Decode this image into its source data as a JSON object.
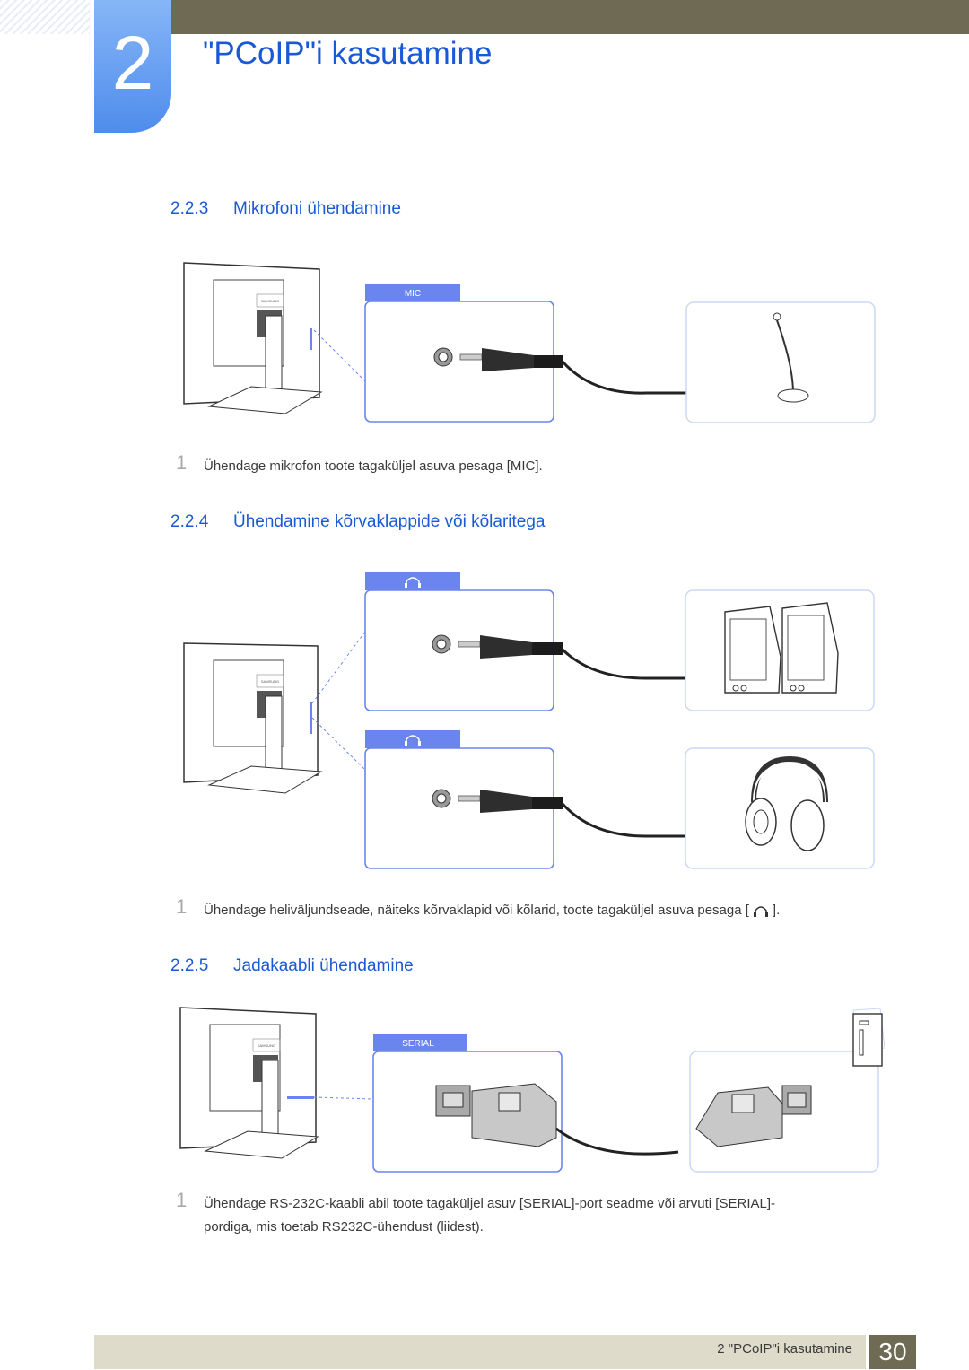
{
  "chapter": {
    "number": "2",
    "title": "\"PCoIP\"i kasutamine"
  },
  "sections": [
    {
      "number": "2.2.3",
      "title": "Mikrofoni ühendamine",
      "port_label": "MIC",
      "step_number": "1",
      "step_text": "Ühendage mikrofon toote tagaküljel asuva pesaga [MIC]."
    },
    {
      "number": "2.2.4",
      "title": "Ühendamine kõrvaklappide või kõlaritega",
      "port_icon": "headphone-icon",
      "step_number": "1",
      "step_text_before": "Ühendage heliväljundseade, näiteks kõrvaklapid või kõlarid, toote tagaküljel asuva pesaga [",
      "step_text_after": "]."
    },
    {
      "number": "2.2.5",
      "title": "Jadakaabli ühendamine",
      "port_label": "SERIAL",
      "step_number": "1",
      "step_line1": "Ühendage RS-232C-kaabli abil toote tagaküljel asuv [SERIAL]-port seadme või arvuti [SERIAL]-",
      "step_line2": "pordiga, mis toetab RS232C-ühendust (liidest)."
    }
  ],
  "monitor_brand": "SAMSUNG",
  "footer": {
    "text": "2 \"PCoIP\"i kasutamine",
    "page": "30"
  },
  "colors": {
    "accent": "#1a59d6",
    "tab": "#6a86ee",
    "bar": "#6f6a54",
    "footer_bg": "#dedbca"
  }
}
